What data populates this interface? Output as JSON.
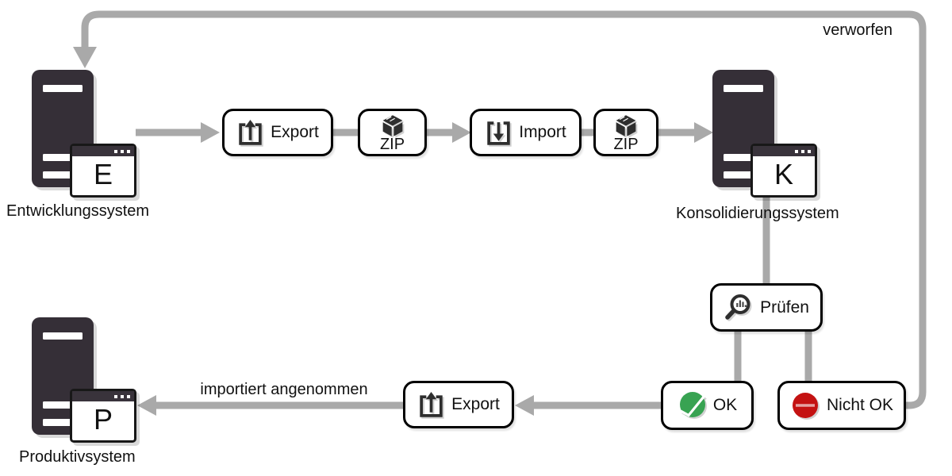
{
  "systems": {
    "development": {
      "label": "Entwicklungssystem",
      "letter": "E"
    },
    "consolidation": {
      "label": "Konsolidierungssystem",
      "letter": "K"
    },
    "production": {
      "label": "Produktivsystem",
      "letter": "P"
    }
  },
  "nodes": {
    "export_top": {
      "label": "Export"
    },
    "zip_left": {
      "label": "ZIP"
    },
    "import": {
      "label": "Import"
    },
    "zip_right": {
      "label": "ZIP"
    },
    "check": {
      "label": "Prüfen"
    },
    "ok": {
      "label": "OK"
    },
    "not_ok": {
      "label": "Nicht OK"
    },
    "export_bottom": {
      "label": "Export"
    }
  },
  "edge_labels": {
    "rejected": "verworfen",
    "accepted": "importiert angenommen"
  },
  "icons": {
    "export": "export-arrow-up-box",
    "import": "import-arrow-down-box",
    "zip": "package-cube",
    "check_node": "magnifier-chart",
    "ok": "green-check-circle",
    "not_ok": "red-minus-circle"
  },
  "colors": {
    "connector_gray": "#a9a9a9",
    "server_dark": "#352f37",
    "node_border": "#000000",
    "ok_green": "#38a352",
    "not_ok_red": "#c41212"
  }
}
